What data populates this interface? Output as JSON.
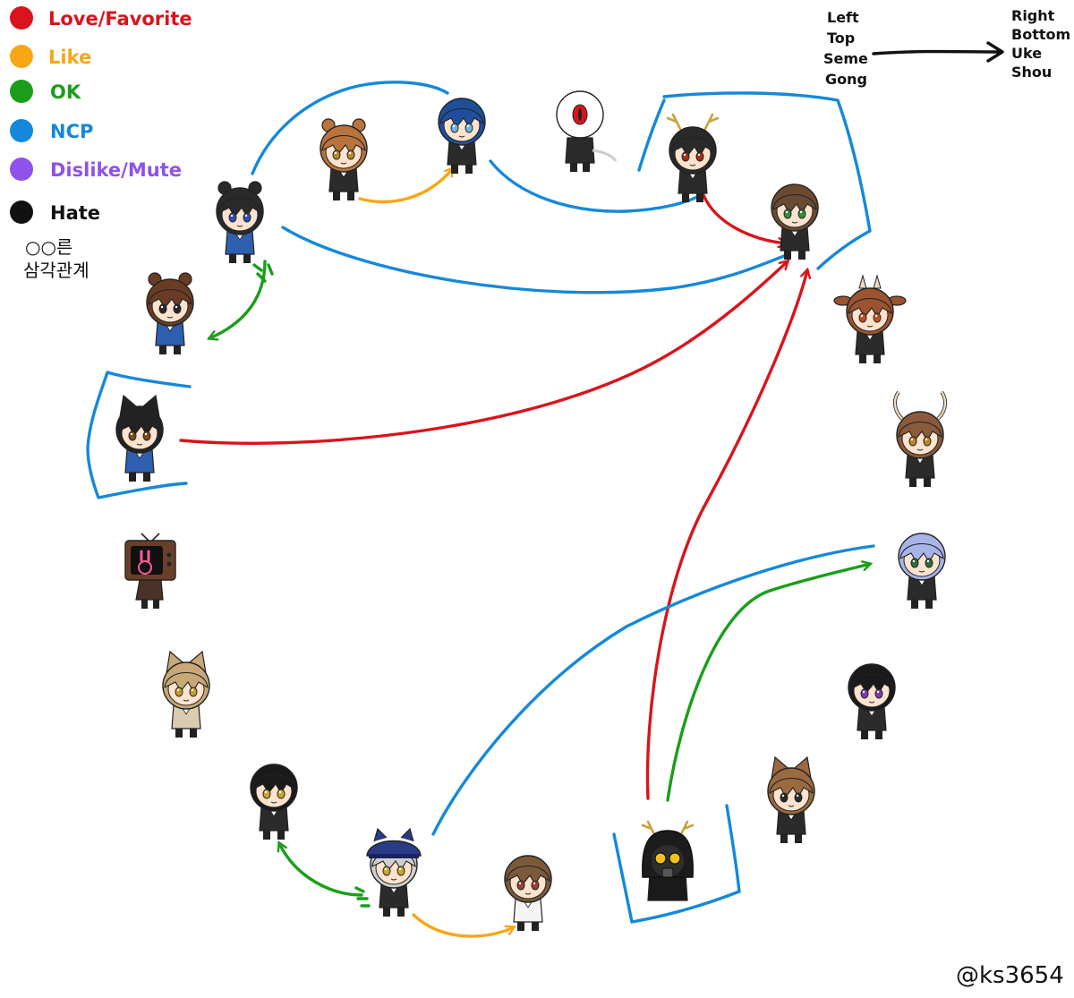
{
  "colors": {
    "love": "#d9141c",
    "like": "#f7a715",
    "ok": "#1a9e1a",
    "ncp": "#1588db",
    "dislike": "#8f52ea",
    "hate": "#111111",
    "skin": "#fbe3cf",
    "suit": "#2b2b2b",
    "ink": "#111111"
  },
  "legend": {
    "items": [
      {
        "key": "love",
        "label": "Love/Favorite"
      },
      {
        "key": "like",
        "label": "Like"
      },
      {
        "key": "ok",
        "label": "OK"
      },
      {
        "key": "ncp",
        "label": "NCP"
      },
      {
        "key": "dislike",
        "label": "Dislike/Mute"
      },
      {
        "key": "hate",
        "label": "Hate"
      }
    ],
    "note_line1": "○○른",
    "note_line2": "삼각관계"
  },
  "direction": {
    "left_lines": [
      "Left",
      "Top",
      "Seme",
      "Gong"
    ],
    "right_lines": [
      "Right",
      "Bottom",
      "Uke",
      "Shou"
    ]
  },
  "credit": "@ks3654",
  "characters": [
    {
      "id": "c01",
      "kind": "chibi",
      "hair": "#b8743c",
      "ears": "bear",
      "earColor": "#b8743c",
      "eye": "#b58a2a",
      "outfit": "#2b2b2b"
    },
    {
      "id": "c02",
      "kind": "chibi",
      "hair": "#1f4f9c",
      "ears": "none",
      "eye": "#6fb6e8",
      "outfit": "#2b2b2b"
    },
    {
      "id": "c03",
      "kind": "eyeball",
      "hair": "#ffffff",
      "eye": "#d9141c",
      "outfit": "#2b2b2b"
    },
    {
      "id": "c04",
      "kind": "chibi",
      "hair": "#2a2a2a",
      "ears": "antlers",
      "earColor": "#caa23a",
      "eye": "#a0301c",
      "outfit": "#2b2b2b"
    },
    {
      "id": "c05",
      "kind": "chibi",
      "hair": "#6b4a32",
      "ears": "none",
      "eye": "#2f8f3a",
      "outfit": "#2b2b2b"
    },
    {
      "id": "c06",
      "kind": "chibi",
      "hair": "#2a2a2a",
      "ears": "bear",
      "earColor": "#2a2a2a",
      "eye": "#2a4fb8",
      "outfit": "#2f5fb0"
    },
    {
      "id": "c07",
      "kind": "chibi",
      "hair": "#6a3c24",
      "ears": "bear",
      "earColor": "#6a3c24",
      "eye": "#2a2a2a",
      "outfit": "#2f5fb0"
    },
    {
      "id": "c08",
      "kind": "chibi",
      "hair": "#9a5430",
      "ears": "cow",
      "earColor": "#9a5430",
      "eye": "#c0501c",
      "outfit": "#2b2b2b"
    },
    {
      "id": "c09",
      "kind": "chibi",
      "hair": "#222222",
      "ears": "cat",
      "earColor": "#222222",
      "eye": "#7a4a1c",
      "outfit": "#2f5fb0"
    },
    {
      "id": "c10",
      "kind": "chibi",
      "hair": "#8a5a3a",
      "ears": "horns",
      "earColor": "#e8dcc0",
      "eye": "#b8862a",
      "outfit": "#2b2b2b"
    },
    {
      "id": "c11",
      "kind": "tv",
      "hair": "#6a3f2a",
      "eye": "#ff5d9b",
      "outfit": "#4a3226"
    },
    {
      "id": "c12",
      "kind": "chibi",
      "hair": "#a8b4e8",
      "ears": "none",
      "eye": "#2f6a3a",
      "outfit": "#2b2b2b"
    },
    {
      "id": "c13",
      "kind": "chibi",
      "hair": "#c8a878",
      "ears": "cat",
      "earColor": "#c8a878",
      "eye": "#c89a2a",
      "outfit": "#d9ccb0"
    },
    {
      "id": "c14",
      "kind": "chibi",
      "hair": "#1a1a1a",
      "ears": "none",
      "eye": "#7a3ab8",
      "outfit": "#2b2b2b"
    },
    {
      "id": "c15",
      "kind": "chibi",
      "hair": "#1a1a1a",
      "ears": "none",
      "eye": "#c8a82a",
      "outfit": "#2b2b2b"
    },
    {
      "id": "c16",
      "kind": "chibi",
      "hair": "#9a6a40",
      "ears": "cat",
      "earColor": "#9a6a40",
      "eye": "#2a2a2a",
      "outfit": "#2b2b2b"
    },
    {
      "id": "c17",
      "kind": "capped",
      "hair": "#d0d0d0",
      "ears": "none",
      "eye": "#c8a82a",
      "outfit": "#2b2b2b"
    },
    {
      "id": "c18",
      "kind": "chibi",
      "hair": "#7a5a3a",
      "ears": "none",
      "eye": "#a03a3a",
      "outfit": "#f4f4f4"
    },
    {
      "id": "c19",
      "kind": "gasmask",
      "hair": "#2a2a2a",
      "ears": "antlers",
      "earColor": "#caa23a",
      "eye": "#f2c21a",
      "outfit": "#2b2b2b"
    }
  ],
  "relations": [
    {
      "id": "r01",
      "type": "ncp",
      "from": "c06",
      "to": "c02",
      "arrow": false
    },
    {
      "id": "r02",
      "type": "like",
      "from": "c01",
      "to": "c02",
      "arrow": true
    },
    {
      "id": "r03",
      "type": "ncp",
      "from": "c02",
      "to": "c04",
      "arrow": false
    },
    {
      "id": "r04",
      "type": "ncp",
      "from": "c06",
      "to": "c05",
      "arrow": false
    },
    {
      "id": "r05",
      "type": "love",
      "from": "c04",
      "to": "c05",
      "arrow": true
    },
    {
      "id": "r06",
      "type": "ok",
      "from": "c06",
      "to": "c07",
      "arrow": true
    },
    {
      "id": "r07",
      "type": "love",
      "from": "c09",
      "to": "c05",
      "arrow": true
    },
    {
      "id": "r08",
      "type": "love",
      "from": "c19",
      "to": "c05",
      "arrow": true
    },
    {
      "id": "r09",
      "type": "ok",
      "from": "c19",
      "to": "c12",
      "arrow": true
    },
    {
      "id": "r10",
      "type": "ncp",
      "from": "c17",
      "to": "c12",
      "arrow": false
    },
    {
      "id": "r11",
      "type": "ok",
      "from": "c17",
      "to": "c15",
      "arrow": true
    },
    {
      "id": "r12",
      "type": "like",
      "from": "c17",
      "to": "c18",
      "arrow": true
    }
  ],
  "brackets": [
    {
      "id": "b1",
      "type": "ncp",
      "around": "c09"
    },
    {
      "id": "b2",
      "type": "ncp",
      "around": "c04-c05"
    },
    {
      "id": "b3",
      "type": "ncp",
      "around": "c19"
    }
  ]
}
